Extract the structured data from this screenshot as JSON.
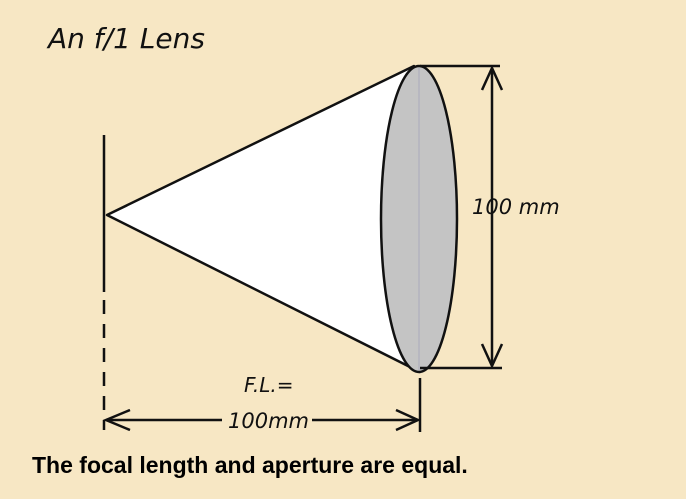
{
  "title": "An  f/1 Lens",
  "aperture_label": "100 mm",
  "focal_length_label_line1": "F.L.=",
  "focal_length_label_line2": "100mm",
  "caption": "The focal length and aperture are equal.",
  "colors": {
    "background": "#f7e7c4",
    "lens": "#c4c4c4",
    "cone": "#ffffff",
    "ink": "#111111"
  }
}
